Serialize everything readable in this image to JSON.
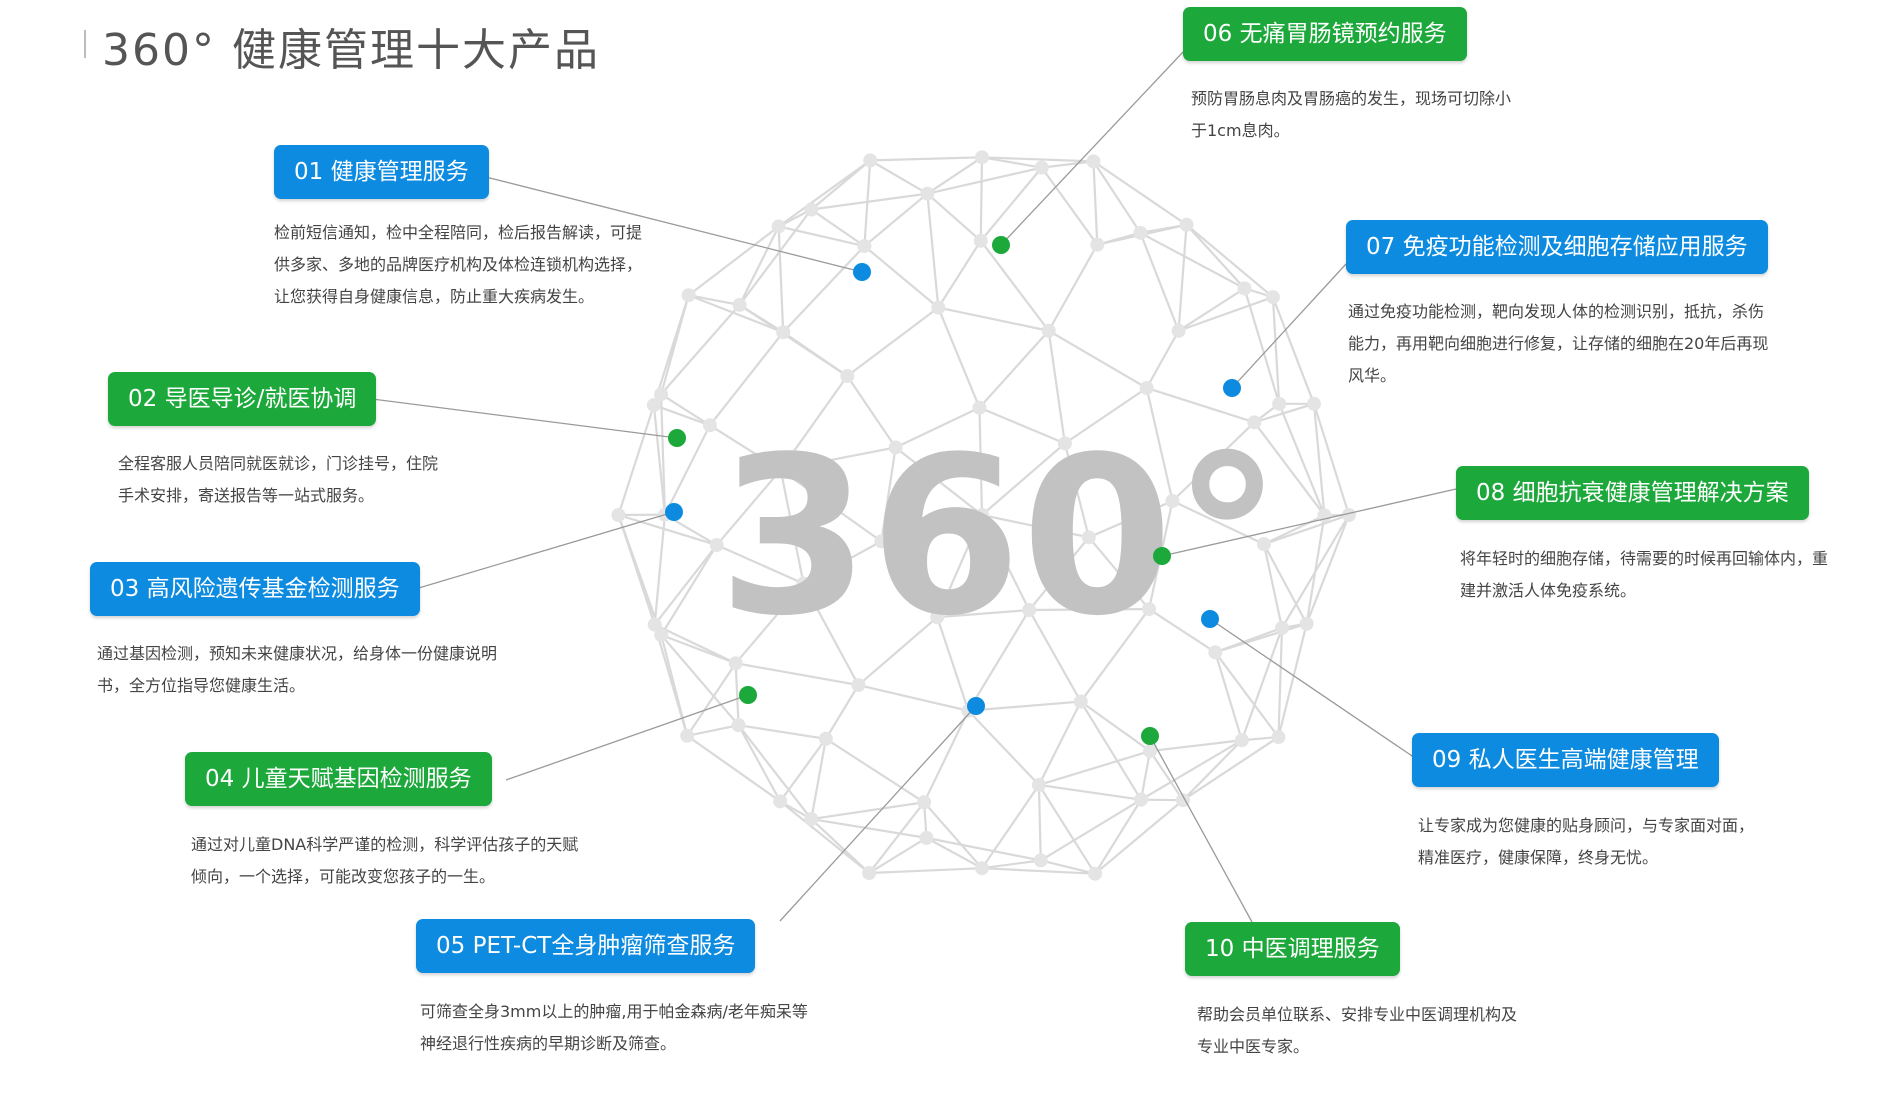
{
  "title": "360°  健康管理十大产品",
  "center_text": "360°",
  "colors": {
    "blue": "#0d8be0",
    "green": "#1ca83a",
    "sphere": "#d9d9d9",
    "center_text": "#c2c2c2"
  },
  "items": [
    {
      "label": "01 健康管理服务",
      "color": "blue",
      "desc": "检前短信通知，检中全程陪同，检后报告解读，可提供多家、多地的品牌医疗机构及体检连锁机构选择，让您获得自身健康信息，防止重大疾病发生。"
    },
    {
      "label": "02 导医导诊/就医协调",
      "color": "green",
      "desc": "全程客服人员陪同就医就诊，门诊挂号，住院手术安排，寄送报告等一站式服务。"
    },
    {
      "label": "03 高风险遗传基金检测服务",
      "color": "blue",
      "desc": "通过基因检测，预知未来健康状况，给身体一份健康说明书，全方位指导您健康生活。"
    },
    {
      "label": "04 儿童天赋基因检测服务",
      "color": "green",
      "desc": "通过对儿童DNA科学严谨的检测，科学评估孩子的天赋倾向，一个选择，可能改变您孩子的一生。"
    },
    {
      "label": "05 PET-CT全身肿瘤筛查服务",
      "color": "blue",
      "desc": "可筛查全身3mm以上的肿瘤,用于帕金森病/老年痴呆等神经退行性疾病的早期诊断及筛查。"
    },
    {
      "label": "06 无痛胃肠镜预约服务",
      "color": "green",
      "desc": "预防胃肠息肉及胃肠癌的发生，现场可切除小于1cm息肉。"
    },
    {
      "label": "07 免疫功能检测及细胞存储应用服务",
      "color": "blue",
      "desc": "通过免疫功能检测，靶向发现人体的检测识别，抵抗，杀伤能力，再用靶向细胞进行修复，让存储的细胞在20年后再现风华。"
    },
    {
      "label": "08 细胞抗衰健康管理解决方案",
      "color": "green",
      "desc": "将年轻时的细胞存储，待需要的时候再回输体内，重建并激活人体免疫系统。"
    },
    {
      "label": "09 私人医生高端健康管理",
      "color": "blue",
      "desc": "让专家成为您健康的贴身顾问，与专家面对面，精准医疗，健康保障，终身无忧。"
    },
    {
      "label": "10 中医调理服务",
      "color": "green",
      "desc": "帮助会员单位联系、安排专业中医调理机构及专业中医专家。"
    }
  ]
}
